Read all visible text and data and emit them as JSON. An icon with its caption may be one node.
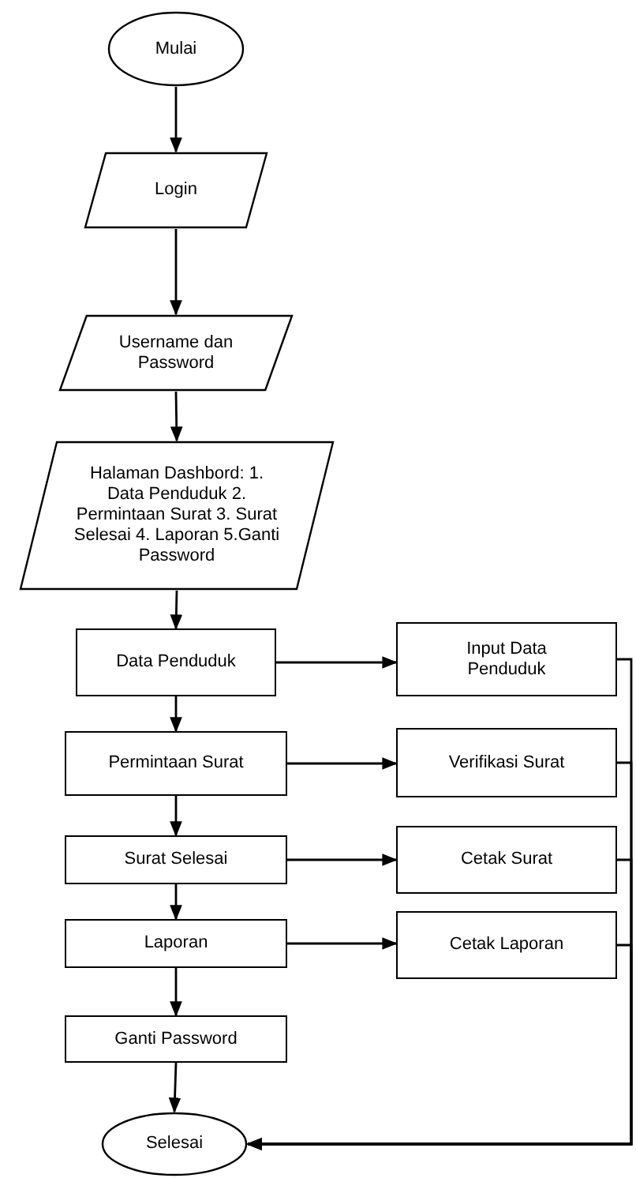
{
  "diagram": {
    "nodes": [
      {
        "text": [
          "Mulai"
        ]
      },
      {
        "text": [
          "Login"
        ]
      },
      {
        "text": [
          "Username dan Password"
        ]
      },
      {
        "text": [
          "Halaman Dashbord: 1. Data Penduduk 2. Permintaan Surat 3. Surat Selesai 4. Laporan 5.Ganti Password"
        ]
      },
      {
        "text": [
          "Data Penduduk"
        ]
      },
      {
        "text": [
          "Input Data Penduduk"
        ]
      },
      {
        "text": [
          "Permintaan Surat"
        ]
      },
      {
        "text": [
          "Verifikasi Surat"
        ]
      },
      {
        "text": [
          "Surat Selesai"
        ]
      },
      {
        "text": [
          "Cetak Surat"
        ]
      },
      {
        "text": [
          "Laporan"
        ]
      },
      {
        "text": [
          "Cetak Laporan"
        ]
      },
      {
        "text": [
          "Ganti Password"
        ]
      },
      {
        "text": [
          "Selesai"
        ]
      }
    ],
    "edges": [
      {
        "from": 0,
        "to": 1,
        "arrow": "to"
      },
      {
        "from": 1,
        "to": 2,
        "arrow": "to"
      },
      {
        "from": 2,
        "to": 3,
        "arrow": "to"
      },
      {
        "from": 3,
        "to": 4,
        "arrow": "to"
      },
      {
        "from": 4,
        "to": 5,
        "arrow": "to"
      },
      {
        "from": 4,
        "to": 6,
        "arrow": "to"
      },
      {
        "from": 6,
        "to": 7,
        "arrow": "to"
      },
      {
        "from": 6,
        "to": 8,
        "arrow": "to"
      },
      {
        "from": 8,
        "to": 9,
        "arrow": "to"
      },
      {
        "from": 8,
        "to": 10,
        "arrow": "to"
      },
      {
        "from": 10,
        "to": 11,
        "arrow": "to"
      },
      {
        "from": 10,
        "to": 12,
        "arrow": "to"
      },
      {
        "from": 12,
        "to": 13,
        "arrow": "to"
      },
      {
        "from": 5,
        "to": 13,
        "arrow": "to"
      },
      {
        "from": 7,
        "to": 13,
        "arrow": "to"
      },
      {
        "from": 9,
        "to": 13,
        "arrow": "to"
      },
      {
        "from": 11,
        "to": 13,
        "arrow": "to"
      }
    ]
  }
}
